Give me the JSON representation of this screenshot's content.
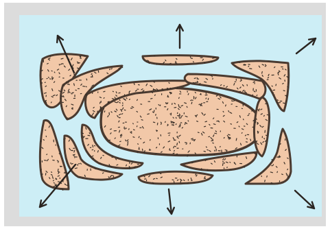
{
  "figure": {
    "background_color": "#cdeef6",
    "frame_color": "#dcdcdc",
    "fragment_fill": "#f2c8a8",
    "outline_color": "#4a3a30",
    "speckle_color": "#3a3028",
    "arrow_color": "#2a2420",
    "icons": [
      "central-mass",
      "surrounding-fragments",
      "outward-arrows"
    ]
  }
}
